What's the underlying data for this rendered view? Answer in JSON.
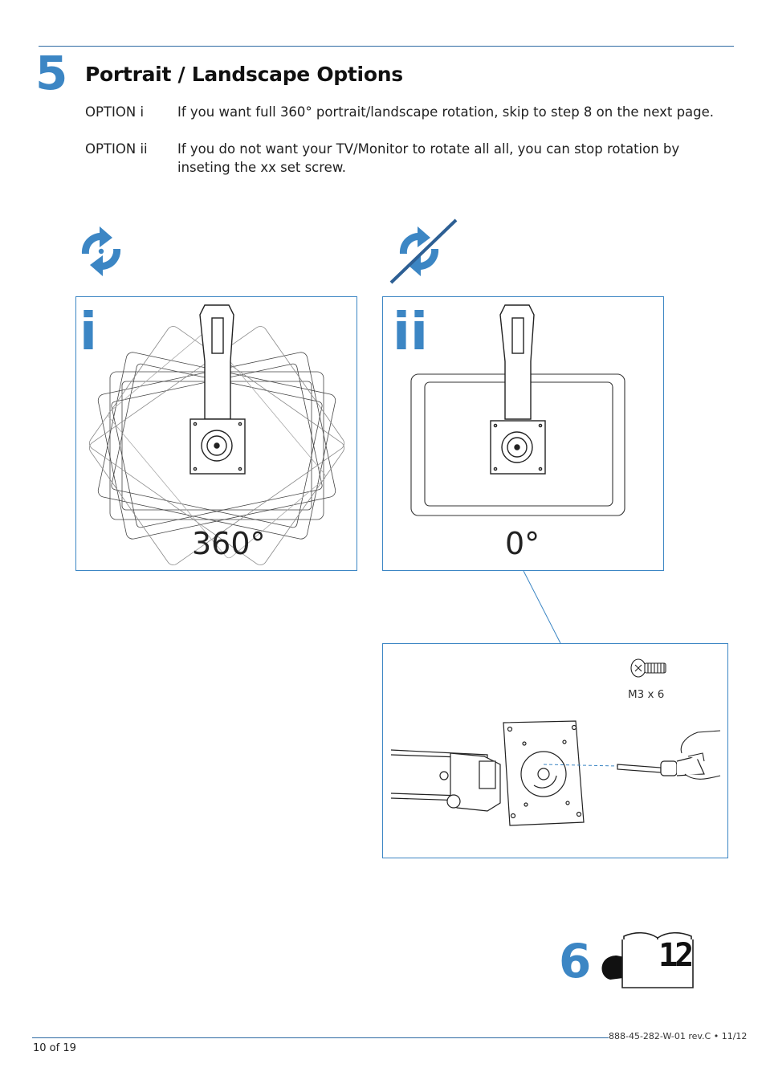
{
  "step": {
    "number": "5",
    "title": "Portrait / Landscape Options"
  },
  "options": [
    {
      "label": "OPTION i",
      "text": "If you want full 360° portrait/landscape rotation, skip to step 8 on the next page."
    },
    {
      "label": "OPTION ii",
      "text": "If you do not want your TV/Monitor to rotate all all, you can stop rotation by inseting the xx set screw."
    }
  ],
  "panels": {
    "option_i": {
      "letter": "i",
      "degree": "360°",
      "icon": "rotate-icon"
    },
    "option_ii": {
      "letter": "ii",
      "degree": "0°",
      "icon": "no-rotate-icon"
    }
  },
  "detail": {
    "screw_label": "M3 x 6",
    "icons": [
      "screw-icon",
      "screwdriver-icon",
      "hand-icon"
    ]
  },
  "next_step": {
    "number": "6",
    "page": "12",
    "icons": [
      "pointing-hand-icon",
      "book-icon"
    ]
  },
  "footer": {
    "page": "10 of 19",
    "doc_code": "888-45-282-W-01 rev.C • 11/12"
  },
  "colors": {
    "accent": "#3c86c4",
    "rule": "#2d6aa3",
    "text": "#222222"
  }
}
